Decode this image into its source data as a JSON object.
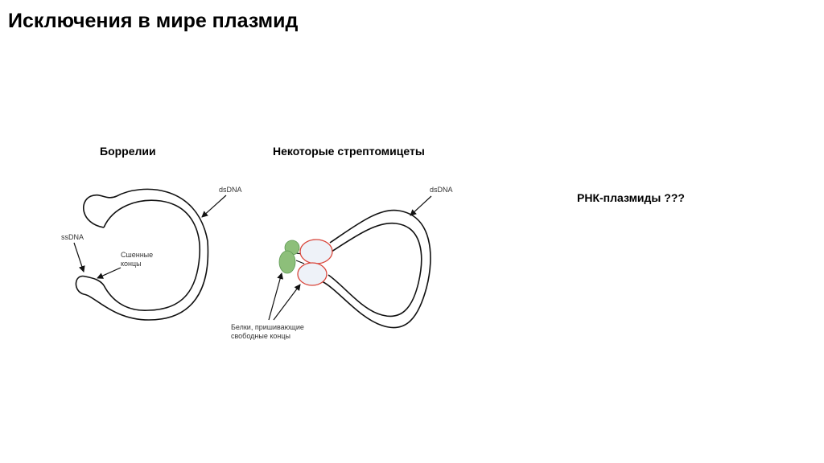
{
  "title": "Исключения в мире плазмид",
  "panels": {
    "borrelia": {
      "label": "Боррелии",
      "annotations": {
        "dsdna": "dsDNA",
        "ssdna": "ssDNA",
        "ends_line1": "Сшенные",
        "ends_line2": "концы"
      }
    },
    "streptomyces": {
      "label": "Некоторые стрептомицеты",
      "annotations": {
        "dsdna": "dsDNA",
        "proteins_line1": "Белки, пришивающие",
        "proteins_line2": "свободные концы"
      }
    },
    "rna": {
      "label": "РНК-плазмиды ???"
    }
  },
  "colors": {
    "protein_fill": "#8dbf7a",
    "protein_stroke": "#5f9a55",
    "end_fill": "#eef2f8",
    "end_stroke": "#d9453a",
    "dna": "#111111"
  }
}
